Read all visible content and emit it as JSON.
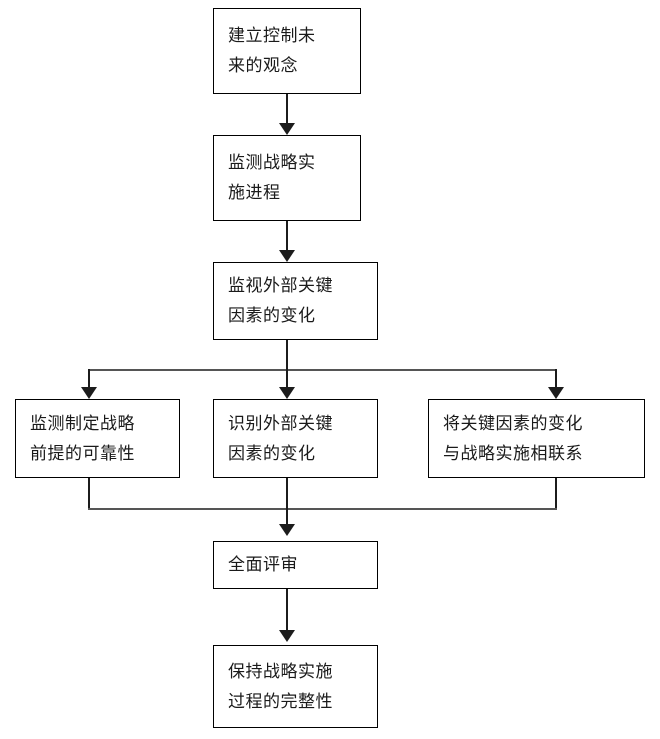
{
  "diagram": {
    "type": "flowchart",
    "orientation": "top-to-bottom",
    "background_color": "#ffffff",
    "box_border_color": "#000000",
    "connector_color": "#1c1c1c",
    "text_color": "#1a1a1a",
    "nodes": [
      {
        "id": "n1",
        "label": "建立控制未\n来的观念"
      },
      {
        "id": "n2",
        "label": "监测战略实\n施进程"
      },
      {
        "id": "n3",
        "label": "监视外部关键\n因素的变化"
      },
      {
        "id": "n4",
        "label": "监测制定战略\n前提的可靠性"
      },
      {
        "id": "n5",
        "label": "识别外部关键\n因素的变化"
      },
      {
        "id": "n6",
        "label": "将关键因素的变化\n与战略实施相联系"
      },
      {
        "id": "n7",
        "label": "全面评审"
      },
      {
        "id": "n8",
        "label": "保持战略实施\n过程的完整性"
      }
    ],
    "edges": [
      {
        "from": "n1",
        "to": "n2",
        "style": "straight-arrow"
      },
      {
        "from": "n2",
        "to": "n3",
        "style": "straight-arrow"
      },
      {
        "from": "n3",
        "to": "n4",
        "style": "branch-arrow"
      },
      {
        "from": "n3",
        "to": "n5",
        "style": "straight-arrow"
      },
      {
        "from": "n3",
        "to": "n6",
        "style": "branch-arrow"
      },
      {
        "from": "n4",
        "to": "n7",
        "style": "merge"
      },
      {
        "from": "n5",
        "to": "n7",
        "style": "straight-arrow"
      },
      {
        "from": "n6",
        "to": "n7",
        "style": "merge"
      },
      {
        "from": "n7",
        "to": "n8",
        "style": "straight-arrow"
      }
    ]
  }
}
